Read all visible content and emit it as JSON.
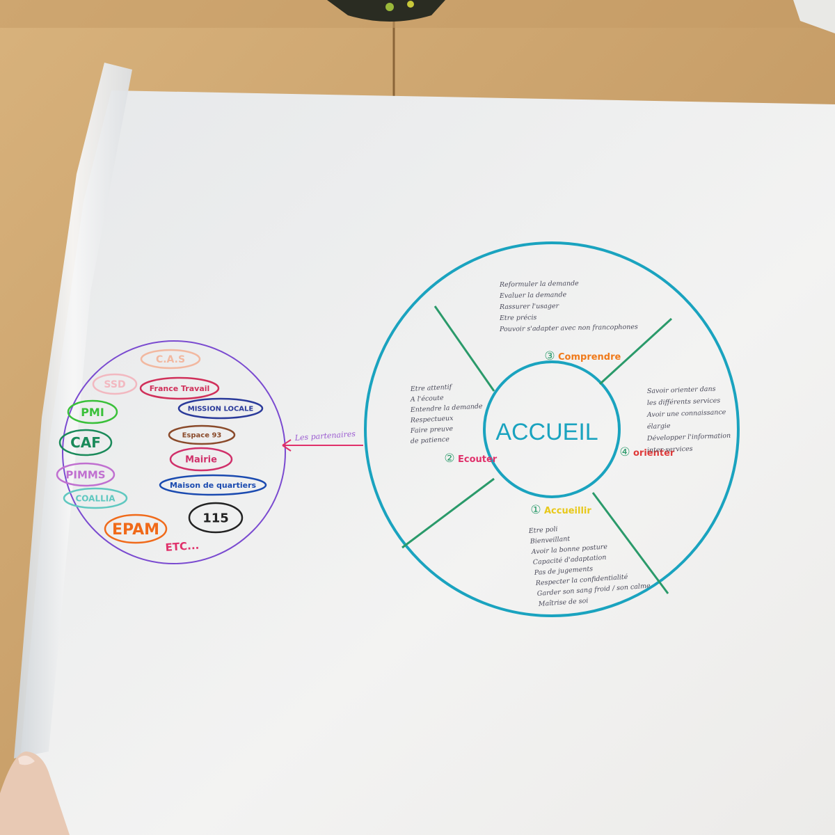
{
  "poster": {
    "center": {
      "title": "ACCUEIL",
      "color": "#1aa3bf"
    },
    "sections": [
      {
        "number": "③",
        "label": "Comprendre",
        "color": "#f07a1a",
        "items": [
          "Reformuler la demande",
          "Evaluer la demande",
          "Rassurer l'usager",
          "Etre précis",
          "Pouvoir s'adapter avec non francophones"
        ]
      },
      {
        "number": "②",
        "label": "Ecouter",
        "color": "#e0306a",
        "items": [
          "Etre attentif",
          "A l'écoute",
          "Entendre la demande",
          "Respectueux",
          "Faire preuve",
          "de patience"
        ]
      },
      {
        "number": "④",
        "label": "orienter",
        "color": "#e03a3a",
        "items": [
          "Savoir orienter dans",
          "les différents services",
          "Avoir une connaissance",
          "élargie",
          "Développer l'information",
          "inter-services"
        ]
      },
      {
        "number": "①",
        "label": "Accueillir",
        "color": "#e8c81a",
        "items": [
          "Etre poli",
          "Bienveillant",
          "Avoir la bonne posture",
          "Capacité d'adaptation",
          "Pas de jugements",
          "Respecter la confidentialité",
          "Garder son sang froid / son calme",
          "Maîtrise de soi"
        ]
      }
    ],
    "arrow_label": "Les partenaires",
    "partners": [
      {
        "name": "C.A.S",
        "color": "#f2b8a0"
      },
      {
        "name": "SSD",
        "color": "#f2b8c0"
      },
      {
        "name": "France Travail",
        "color": "#d0305a"
      },
      {
        "name": "MISSION LOCALE",
        "color": "#2a3a9a"
      },
      {
        "name": "PMI",
        "color": "#3ac03a"
      },
      {
        "name": "CAF",
        "color": "#1a8a5a"
      },
      {
        "name": "Espace 93",
        "color": "#8a4a2a"
      },
      {
        "name": "Mairie",
        "color": "#d0306a"
      },
      {
        "name": "PIMMS",
        "color": "#c070d0"
      },
      {
        "name": "Maison de quartiers",
        "color": "#1a4ab0"
      },
      {
        "name": "COALLIA",
        "color": "#60c8c0"
      },
      {
        "name": "EPAM",
        "color": "#f06a1a"
      },
      {
        "name": "115",
        "color": "#222222"
      }
    ],
    "etc": "ETC..."
  }
}
